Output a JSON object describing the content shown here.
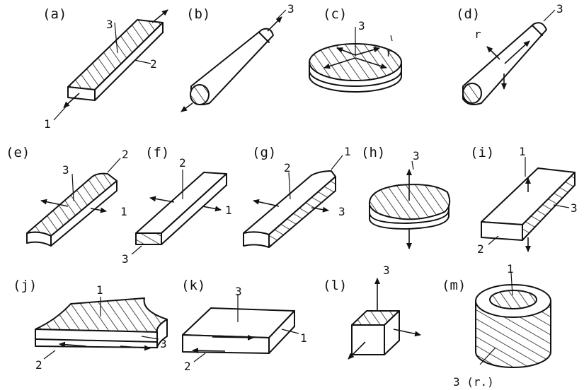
{
  "panels": {
    "a": {
      "label": "(a)",
      "axes": [
        "3",
        "2",
        "1"
      ]
    },
    "b": {
      "label": "(b)",
      "axes": [
        "3"
      ]
    },
    "c": {
      "label": "(c)",
      "axes": [
        "3",
        "r"
      ]
    },
    "d": {
      "label": "(d)",
      "axes": [
        "3",
        "r"
      ]
    },
    "e": {
      "label": "(e)",
      "axes": [
        "3",
        "2",
        "1"
      ]
    },
    "f": {
      "label": "(f)",
      "axes": [
        "2",
        "1",
        "3"
      ]
    },
    "g": {
      "label": "(g)",
      "axes": [
        "1",
        "2",
        "3"
      ]
    },
    "h": {
      "label": "(h)",
      "axes": [
        "3"
      ]
    },
    "i": {
      "label": "(i)",
      "axes": [
        "1",
        "3",
        "2"
      ]
    },
    "j": {
      "label": "(j)",
      "axes": [
        "1",
        "3",
        "2"
      ]
    },
    "k": {
      "label": "(k)",
      "axes": [
        "3",
        "1",
        "2"
      ]
    },
    "l": {
      "label": "(l)",
      "axes": [
        "3"
      ]
    },
    "m": {
      "label": "(m)",
      "axes": [
        "1",
        "3 (r.)"
      ]
    }
  }
}
